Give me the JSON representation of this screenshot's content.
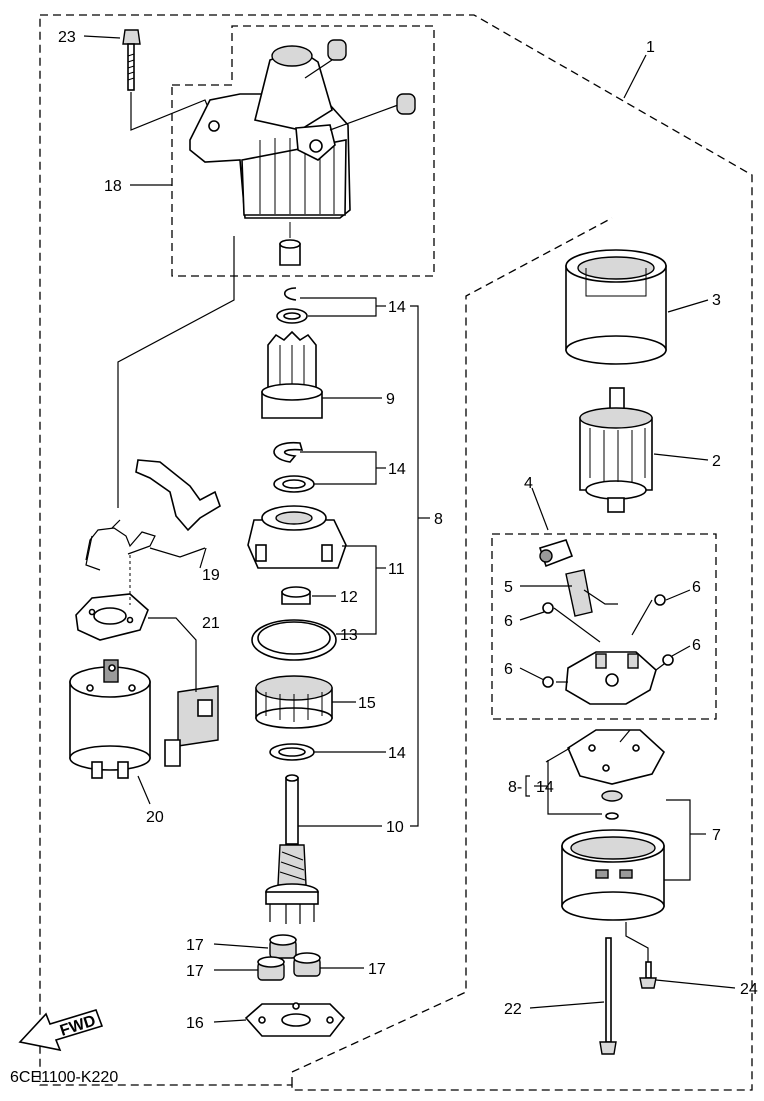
{
  "diagram_code": "6CE1100-K220",
  "direction_badge": "FWD",
  "callouts": {
    "c1": "1",
    "c2": "2",
    "c3": "3",
    "c4": "4",
    "c5": "5",
    "c6a": "6",
    "c6b": "6",
    "c6c": "6",
    "c6d": "6",
    "c7": "7",
    "c8": "8",
    "c8b": "8-",
    "c9": "9",
    "c10": "10",
    "c11": "11",
    "c12": "12",
    "c13": "13",
    "c14a": "14",
    "c14b": "14",
    "c14c": "14",
    "c14d": "14",
    "c15": "15",
    "c16": "16",
    "c17a": "17",
    "c17b": "17",
    "c17c": "17",
    "c18": "18",
    "c19": "19",
    "c20": "20",
    "c21": "21",
    "c22": "22",
    "c23": "23",
    "c24": "24"
  },
  "icons": {
    "direction": "fwd-arrow-icon"
  }
}
